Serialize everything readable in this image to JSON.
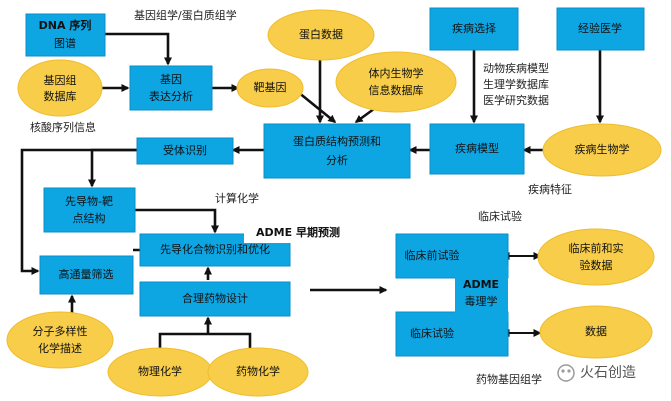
{
  "nodes": {
    "dna_map": [
      "DNA 序列",
      "图谱"
    ],
    "genome_db": [
      "基因组",
      "数据库"
    ],
    "gene_expr": [
      "基因",
      "表达分析"
    ],
    "protein_data": "蛋白数据",
    "target_gene": "靶基因",
    "bio_info_db": [
      "体内生物学",
      "信息数据库"
    ],
    "disease_select": "疾病选择",
    "experimental_medicine": "经验医学",
    "protein_structure": [
      "蛋白质结构预测和",
      "分析"
    ],
    "disease_model": "疾病模型",
    "disease_biology": "疾病生物学",
    "receptor_recognition": "受体识别",
    "lead_target": [
      "先导物-靶",
      "点结构"
    ],
    "adme_early": "ADME 早期预测",
    "lead_optimize": "先导化合物识别和优化",
    "hts": "高通量筛选",
    "rational_design": "合理药物设计",
    "mol_diversity": [
      "分子多样性",
      "化学描述"
    ],
    "phys_chem": "物理化学",
    "med_chem": "药物化学",
    "preclinical_test": "临床前试验",
    "clinical_test": "临床试验",
    "adme_tox": [
      "ADME",
      "毒理学"
    ],
    "preclinical_data": [
      "临床前和实",
      "验数据"
    ],
    "data": "数据"
  },
  "labels": {
    "genomics_proteomics": "基因组学/蛋白质组学",
    "nucleic_info": "核酸序列信息",
    "animal_model": [
      "动物疾病模型",
      "生理学数据库",
      "医学研究数据"
    ],
    "disease_features": "疾病特征",
    "comp_chem": "计算化学",
    "clinical_trials": "临床试验",
    "pharmacogenomics": "药物基因组学"
  },
  "watermark": "火石创造",
  "colors": {
    "box": "#0ea5e3",
    "ellipse": "#f7cd4a",
    "arrow": "#111111"
  }
}
